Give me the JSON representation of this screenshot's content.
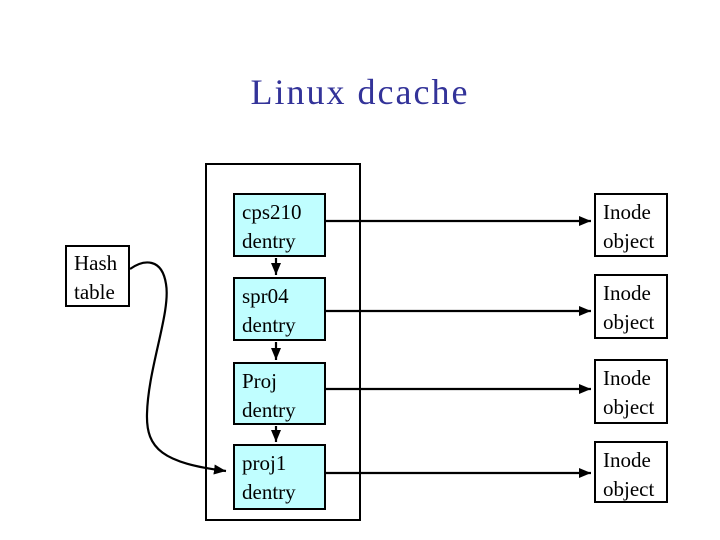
{
  "slide": {
    "title": "Linux dcache"
  },
  "colors": {
    "title_text": "#333399",
    "dentry_fill": "#c0feff",
    "line_stroke": "#000000",
    "background": "#ffffff"
  },
  "hash_table": {
    "line1": "Hash",
    "line2": "table"
  },
  "dentries": [
    {
      "line1": "cps210",
      "line2": "dentry"
    },
    {
      "line1": "spr04",
      "line2": "dentry"
    },
    {
      "line1": "Proj",
      "line2": "dentry"
    },
    {
      "line1": "proj1",
      "line2": "dentry"
    }
  ],
  "inodes": [
    {
      "line1": "Inode",
      "line2": "object"
    },
    {
      "line1": "Inode",
      "line2": "object"
    },
    {
      "line1": "Inode",
      "line2": "object"
    },
    {
      "line1": "Inode",
      "line2": "object"
    }
  ]
}
